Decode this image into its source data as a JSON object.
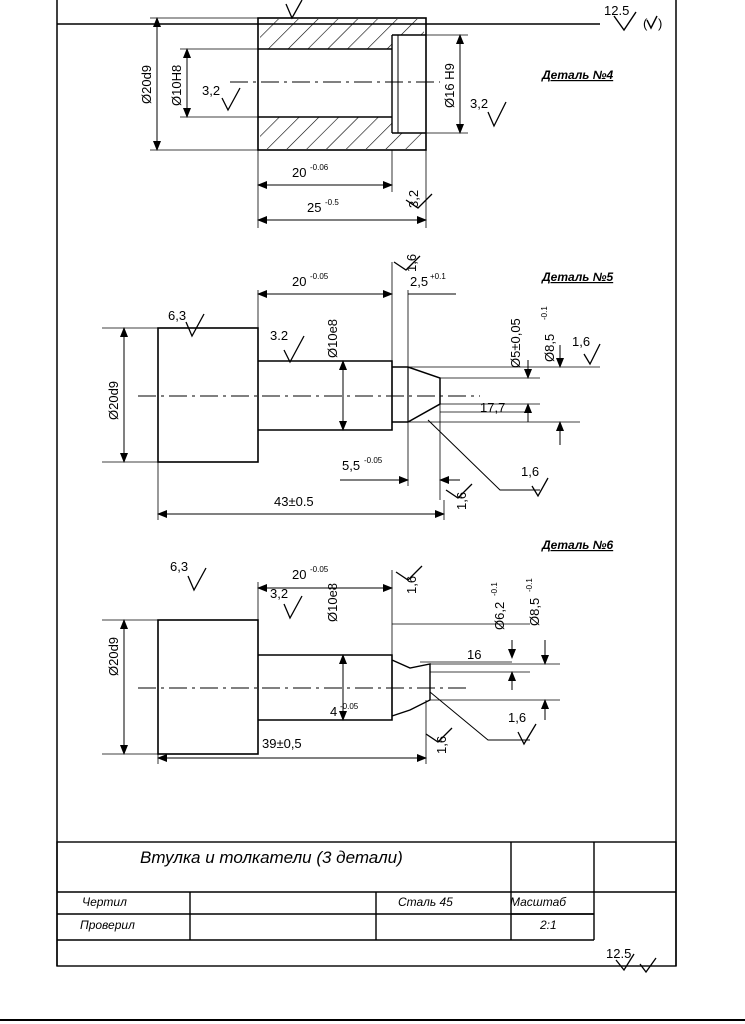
{
  "corner_roughness": "12.5",
  "bottom_roughness": "12.5",
  "part4": {
    "title": "Деталь №4",
    "dia_outer": "Ø20d9",
    "dia_bore": "Ø10H8",
    "dia_counterbore": "Ø16 H9",
    "rough_bore": "3,2",
    "rough_right": "3,2",
    "rough_face": "3,2",
    "len_bore": "20",
    "len_bore_tol": "-0.06",
    "len_total": "25",
    "len_total_tol": "-0.5"
  },
  "part5": {
    "title": "Деталь №5",
    "dia_body": "Ø20d9",
    "dia_shank": "Ø10e8",
    "dia_tip": "Ø5±0,05",
    "dia_cone": "Ø8,5",
    "dia_cone_tol": "-0.1",
    "rough_head": "6,3",
    "rough_shank": "3.2",
    "rough_top": "1,6",
    "rough_right": "1,6",
    "rough_cone": "1,6",
    "rough_bottom": "1,6",
    "len_shank": "20",
    "len_shank_tol": "-0.05",
    "len_step": "2,5",
    "len_step_tol": "+0.1",
    "len_small": "5,5",
    "len_small_tol": "-0.05",
    "angle": "17,7",
    "len_total": "43±0.5"
  },
  "part6": {
    "title": "Деталь №6",
    "dia_body": "Ø20d9",
    "dia_shank": "Ø10e8",
    "dia_tip": "Ø6,2",
    "dia_tip_tol": "-0.1",
    "dia_cone": "Ø8,5",
    "dia_cone_tol": "-0.1",
    "rough_head": "6,3",
    "rough_shank": "3,2",
    "rough_top": "1,6",
    "rough_cone": "1,6",
    "rough_bottom": "1,6",
    "len_shank": "20",
    "len_shank_tol": "-0.05",
    "len_small": "4",
    "len_small_tol": "-0.05",
    "angle": "16",
    "len_total": "39±0,5"
  },
  "title_block": {
    "title": "Втулка и толкатели (3 детали)",
    "drawn_label": "Чертил",
    "checked_label": "Проверил",
    "material": "Сталь 45",
    "scale_label": "Масштаб",
    "scale_value": "2:1"
  }
}
